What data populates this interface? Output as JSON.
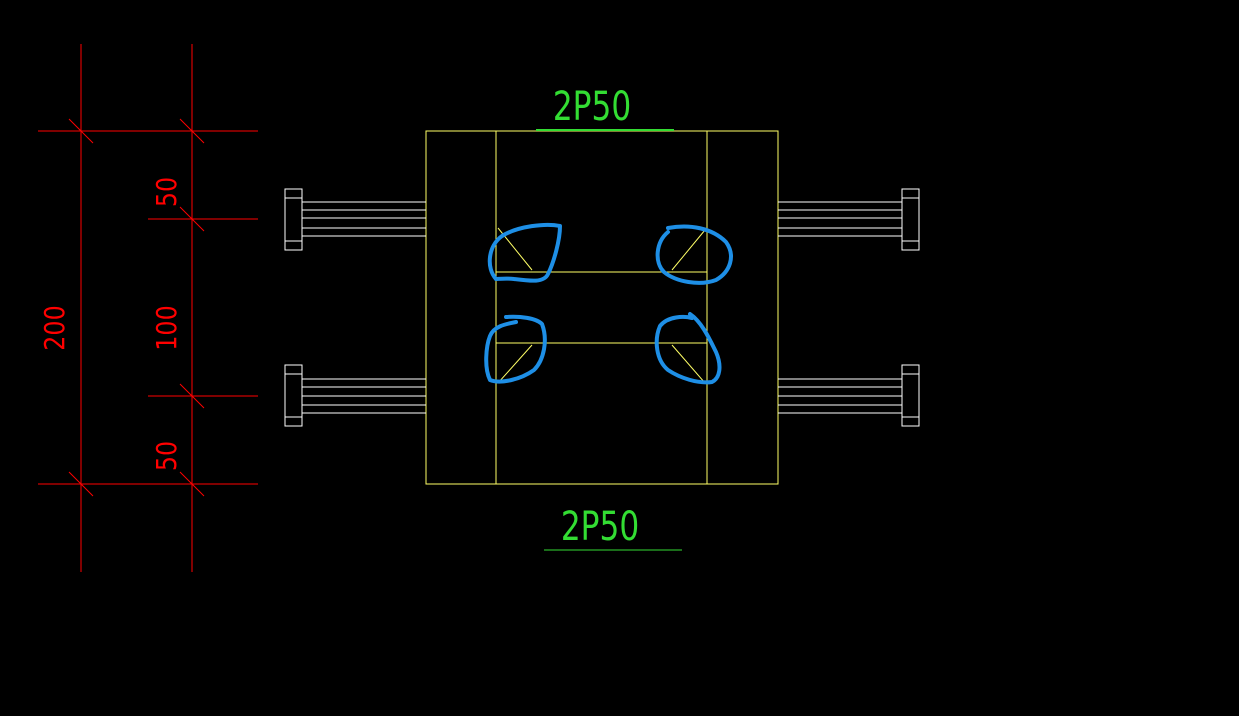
{
  "canvas": {
    "background": "#000000"
  },
  "colors": {
    "dimension": "#ff0000",
    "outline": "#ffff66",
    "label": "#33dd33",
    "bolt": "#ffffff",
    "markup": "#1e8fe6"
  },
  "labels": {
    "top": "2P50",
    "bottom": "2P50"
  },
  "dimensions": {
    "overall": "200",
    "segment_top": "50",
    "segment_middle": "100",
    "segment_bottom": "50"
  },
  "markup": {
    "circled_corners": 4
  }
}
